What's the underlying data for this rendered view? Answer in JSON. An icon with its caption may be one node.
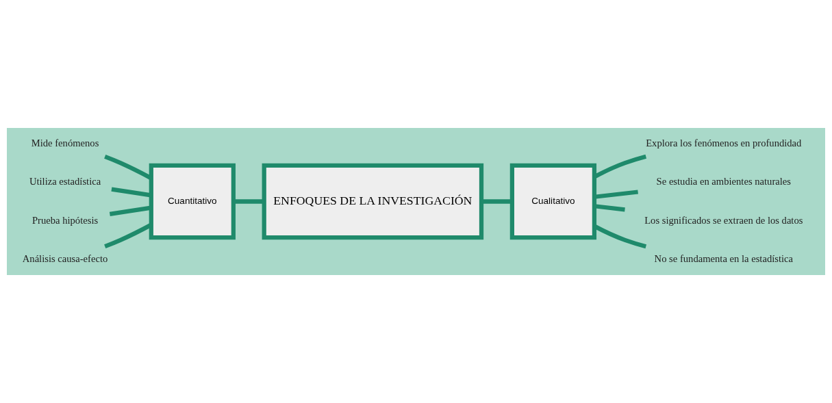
{
  "diagram": {
    "nodes": [
      {
        "text": [
          "Mide fenómenos"
        ]
      },
      {
        "text": [
          "Utiliza estadística"
        ]
      },
      {
        "text": [
          "Prueba hipótesis"
        ]
      },
      {
        "text": [
          "Análisis causa-efecto"
        ]
      },
      {
        "text": [
          "Cuantitativo"
        ]
      },
      {
        "text": [
          "ENFOQUES DE LA INVESTIGACIÓN"
        ]
      },
      {
        "text": [
          "Cualitativo"
        ]
      },
      {
        "text": [
          "Explora los fenómenos en profundidad"
        ]
      },
      {
        "text": [
          "Se estudia en ambientes naturales"
        ]
      },
      {
        "text": [
          "Los significados se extraen de los datos"
        ]
      },
      {
        "text": [
          "No se fundamenta en la estadística"
        ]
      }
    ],
    "edges": [
      {
        "from": 0,
        "to": 4,
        "arrow": "none"
      },
      {
        "from": 1,
        "to": 4,
        "arrow": "none"
      },
      {
        "from": 2,
        "to": 4,
        "arrow": "none"
      },
      {
        "from": 3,
        "to": 4,
        "arrow": "none"
      },
      {
        "from": 4,
        "to": 5,
        "arrow": "none"
      },
      {
        "from": 5,
        "to": 6,
        "arrow": "none"
      },
      {
        "from": 6,
        "to": 7,
        "arrow": "none"
      },
      {
        "from": 6,
        "to": 8,
        "arrow": "none"
      },
      {
        "from": 6,
        "to": 9,
        "arrow": "none"
      },
      {
        "from": 6,
        "to": 10,
        "arrow": "none"
      }
    ]
  }
}
